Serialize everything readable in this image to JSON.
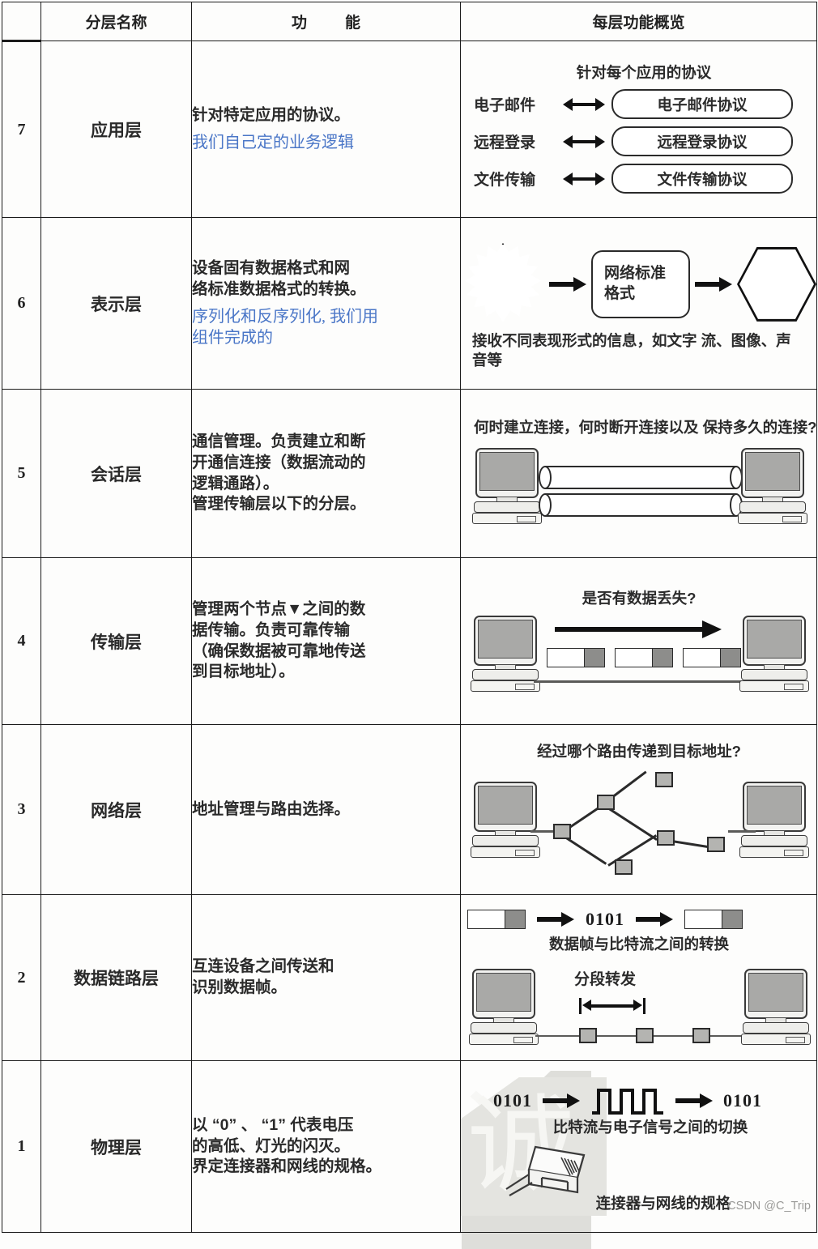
{
  "table": {
    "headers": {
      "number": "",
      "layer_name": "分层名称",
      "function": "功　能",
      "overview": "每层功能概览"
    },
    "rows": [
      {
        "number": "7",
        "layer_name": "应用层",
        "function": "针对特定应用的协议。",
        "annotation": "我们自己定的业务逻辑",
        "overview": {
          "title": "针对每个应用的协议",
          "pairs": [
            {
              "label": "电子邮件",
              "protocol": "电子邮件协议"
            },
            {
              "label": "远程登录",
              "protocol": "远程登录协议"
            },
            {
              "label": "文件传输",
              "protocol": "文件传输协议"
            }
          ]
        }
      },
      {
        "number": "6",
        "layer_name": "表示层",
        "function": "设备固有数据格式和网\n络标准数据格式的转换。",
        "annotation": "序列化和反序列化, 我们用\n组件完成的",
        "overview": {
          "box_label": "网络标准\n格式",
          "caption": "接收不同表现形式的信息，如文字\n流、图像、声音等"
        }
      },
      {
        "number": "5",
        "layer_name": "会话层",
        "function": "通信管理。负责建立和断\n开通信连接（数据流动的\n逻辑通路）。\n管理传输层以下的分层。",
        "annotation": "",
        "overview": {
          "caption": "何时建立连接，何时断开连接以及\n保持多久的连接?"
        }
      },
      {
        "number": "4",
        "layer_name": "传输层",
        "function": "管理两个节点▼之间的数\n据传输。负责可靠传输\n（确保数据被可靠地传送\n到目标地址）。",
        "annotation": "",
        "overview": {
          "caption": "是否有数据丢失?"
        }
      },
      {
        "number": "3",
        "layer_name": "网络层",
        "function": "地址管理与路由选择。",
        "annotation": "",
        "overview": {
          "caption": "经过哪个路由传递到目标地址?"
        }
      },
      {
        "number": "2",
        "layer_name": "数据链路层",
        "function": "互连设备之间传送和\n识别数据帧。",
        "annotation": "",
        "overview": {
          "bits": "0101",
          "caption_top": "数据帧与比特流之间的转换",
          "segment_label": "分段转发"
        }
      },
      {
        "number": "1",
        "layer_name": "物理层",
        "function": "以 “0” 、 “1” 代表电压\n的高低、灯光的闪灭。\n界定连接器和网线的规格。",
        "annotation": "",
        "overview": {
          "bits_in": "0101",
          "bits_out": "0101",
          "caption_top": "比特流与电子信号之间的切换",
          "caption_bottom": "连接器与网线的规格"
        }
      }
    ]
  },
  "watermark": {
    "text": "CSDN @C_Trip",
    "bg_glyph": "诚"
  },
  "colors": {
    "annotation": "#4a76c7",
    "ink": "#1b1b1b",
    "screen_gray": "#a9a9a7",
    "packet_gray": "#8d8d8b"
  }
}
